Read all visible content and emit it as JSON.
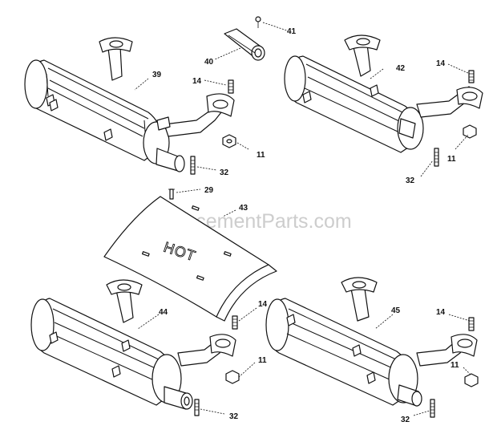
{
  "watermark": "eReplacementParts.com",
  "heat_shield_text": "HOT",
  "callouts": {
    "c41": "41",
    "c40": "40",
    "c39": "39",
    "c14a": "14",
    "c42": "42",
    "c14b": "14",
    "c11a": "11",
    "c32a": "32",
    "c11b": "11",
    "c32b": "32",
    "c29": "29",
    "c43": "43",
    "c44": "44",
    "c14c": "14",
    "c45": "45",
    "c14d": "14",
    "c11c": "11",
    "c32c": "32",
    "c11d": "11",
    "c32d": "32"
  }
}
